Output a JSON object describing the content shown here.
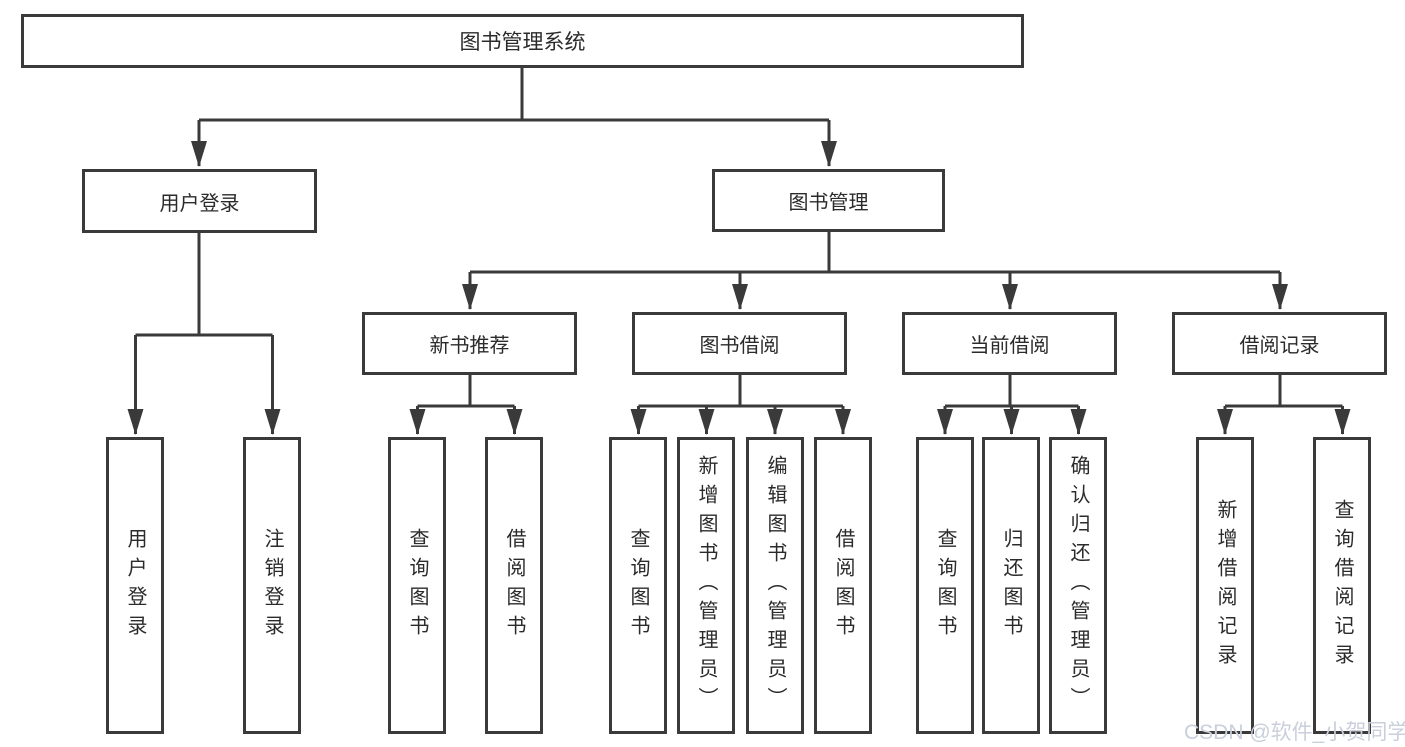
{
  "diagram": {
    "watermark": "CSDN @软件_小贺同学",
    "colors": {
      "line": "#3a3a3a",
      "text": "#2b2b2b",
      "background": "#ffffff",
      "watermark": "#c9cfdb"
    },
    "tree": {
      "root": {
        "label": "图书管理系统",
        "children": [
          {
            "label": "用户登录",
            "children": [
              {
                "label": "用户登录"
              },
              {
                "label": "注销登录"
              }
            ]
          },
          {
            "label": "图书管理",
            "children": [
              {
                "label": "新书推荐",
                "children": [
                  {
                    "label": "查询图书"
                  },
                  {
                    "label": "借阅图书"
                  }
                ]
              },
              {
                "label": "图书借阅",
                "children": [
                  {
                    "label": "查询图书"
                  },
                  {
                    "label": "新增图书（管理员）"
                  },
                  {
                    "label": "编辑图书（管理员）"
                  },
                  {
                    "label": "借阅图书"
                  }
                ]
              },
              {
                "label": "当前借阅",
                "children": [
                  {
                    "label": "查询图书"
                  },
                  {
                    "label": "归还图书"
                  },
                  {
                    "label": "确认归还（管理员）"
                  }
                ]
              },
              {
                "label": "借阅记录",
                "children": [
                  {
                    "label": "新增借阅记录"
                  },
                  {
                    "label": "查询借阅记录"
                  }
                ]
              }
            ]
          }
        ]
      }
    }
  }
}
